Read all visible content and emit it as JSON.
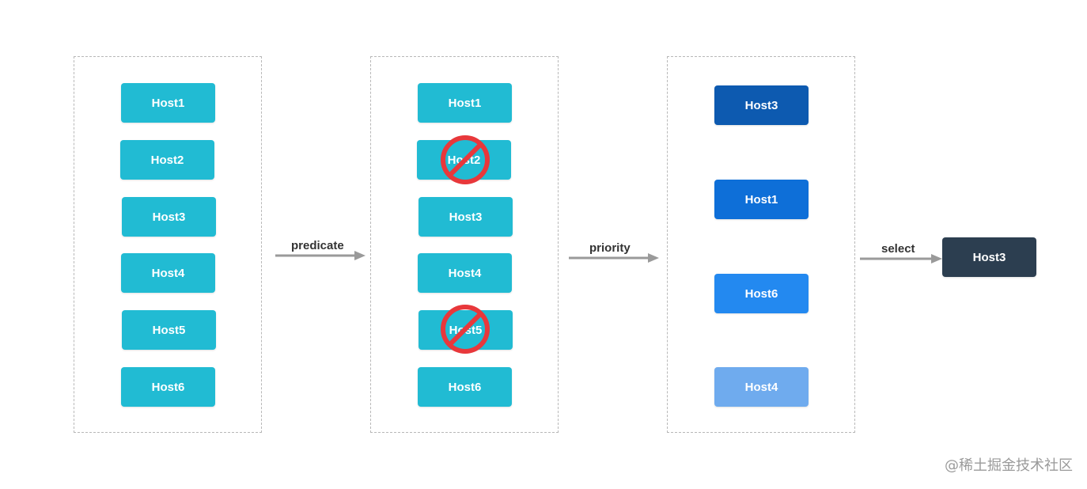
{
  "stage1": {
    "hosts": [
      "Host1",
      "Host2",
      "Host3",
      "Host4",
      "Host5",
      "Host6"
    ]
  },
  "stage2": {
    "hosts": [
      "Host1",
      "Host2",
      "Host3",
      "Host4",
      "Host5",
      "Host6"
    ],
    "rejected": [
      "Host2",
      "Host5"
    ]
  },
  "stage3": {
    "hosts": [
      "Host3",
      "Host1",
      "Host6",
      "Host4"
    ]
  },
  "result": {
    "host": "Host3"
  },
  "arrows": {
    "predicate": "predicate",
    "priority": "priority",
    "select": "select"
  },
  "watermark": "@稀土掘金技术社区",
  "colors": {
    "stage1_host": "#21bbd3",
    "stage2_host": "#21bbd3",
    "rank1": "#0d5ab0",
    "rank2": "#0e6fd8",
    "rank3": "#2389f0",
    "rank4": "#6fabee",
    "result": "#2c3e50",
    "ban": "#e8383b",
    "arrow": "#9a9a9a"
  },
  "icons": {
    "rejected_marker": "no-entry-icon"
  }
}
